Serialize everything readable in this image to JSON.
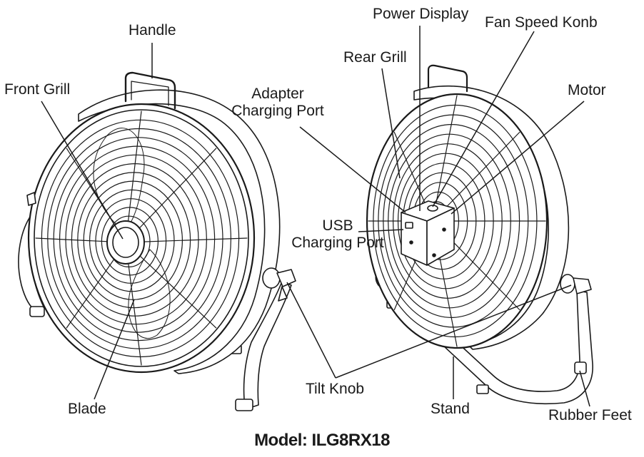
{
  "labels": {
    "handle": "Handle",
    "front_grill": "Front Grill",
    "blade": "Blade",
    "adapter_line1": "Adapter",
    "adapter_line2": "Charging Port",
    "usb_line1": "USB",
    "usb_line2": "Charging Port",
    "power_display": "Power Display",
    "fan_speed_knob": "Fan Speed Konb",
    "rear_grill": "Rear Grill",
    "motor": "Motor",
    "tilt_knob": "Tilt Knob",
    "stand": "Stand",
    "rubber_feet": "Rubber Feet"
  },
  "model": "Model: ILG8RX18",
  "colors": {
    "line": "#1a1a1a",
    "background": "#ffffff"
  }
}
